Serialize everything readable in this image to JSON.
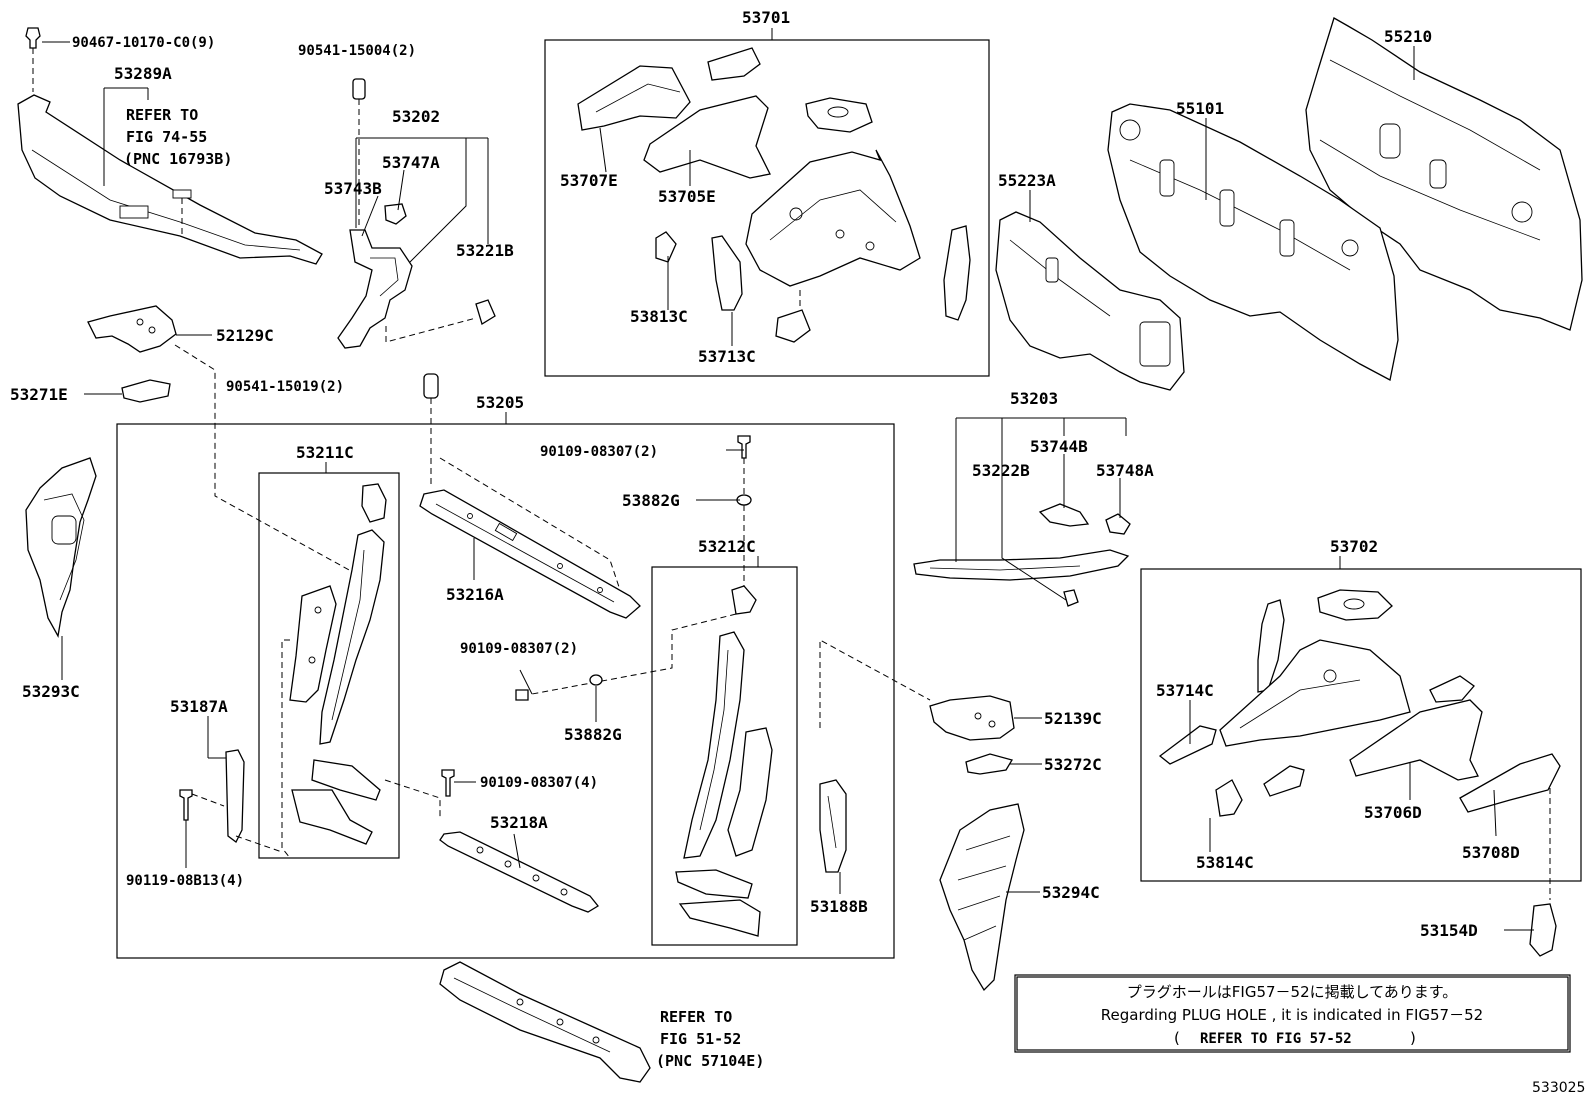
{
  "labels": {
    "p90467": "90467-10170-C0(9)",
    "p53289A": "53289A",
    "ref1_l1": "REFER TO",
    "ref1_l2": "FIG 74-55",
    "ref1_l3": "(PNC 16793B)",
    "p90541_15004": "90541-15004(2)",
    "p53202": "53202",
    "p53747A": "53747A",
    "p53743B": "53743B",
    "p53221B": "53221B",
    "p52129C": "52129C",
    "p53271E": "53271E",
    "p90541_15019": "90541-15019(2)",
    "p53205": "53205",
    "p53211C": "53211C",
    "p90109_a": "90109-08307(2)",
    "p53882G_a": "53882G",
    "p53216A": "53216A",
    "p53212C": "53212C",
    "p90109_b": "90109-08307(2)",
    "p53882G_b": "53882G",
    "p53187A": "53187A",
    "p90109_c": "90109-08307(4)",
    "p53218A": "53218A",
    "p90119": "90119-08B13(4)",
    "p53188B": "53188B",
    "p53293C": "53293C",
    "p53701": "53701",
    "p53707E": "53707E",
    "p53705E": "53705E",
    "p53813C": "53813C",
    "p53713C": "53713C",
    "p55210": "55210",
    "p55101": "55101",
    "p55223A": "55223A",
    "p53203": "53203",
    "p53744B": "53744B",
    "p53222B": "53222B",
    "p53748A": "53748A",
    "p53702": "53702",
    "p53714C": "53714C",
    "p53706D": "53706D",
    "p53814C": "53814C",
    "p53708D": "53708D",
    "p52139C": "52139C",
    "p53272C": "53272C",
    "p53294C": "53294C",
    "p53154D": "53154D",
    "ref2_l1": "REFER TO",
    "ref2_l2": "FIG 51-52",
    "ref2_l3": "(PNC 57104E)",
    "note_jp": "プラグホールはFIG57－52に掲載してあります。",
    "note_en": "Regarding PLUG HOLE , it is indicated in FIG57－52",
    "note_ref_open": "(",
    "note_ref": "REFER TO FIG 57-52",
    "note_ref_close": ")",
    "fig_code": "533025"
  }
}
